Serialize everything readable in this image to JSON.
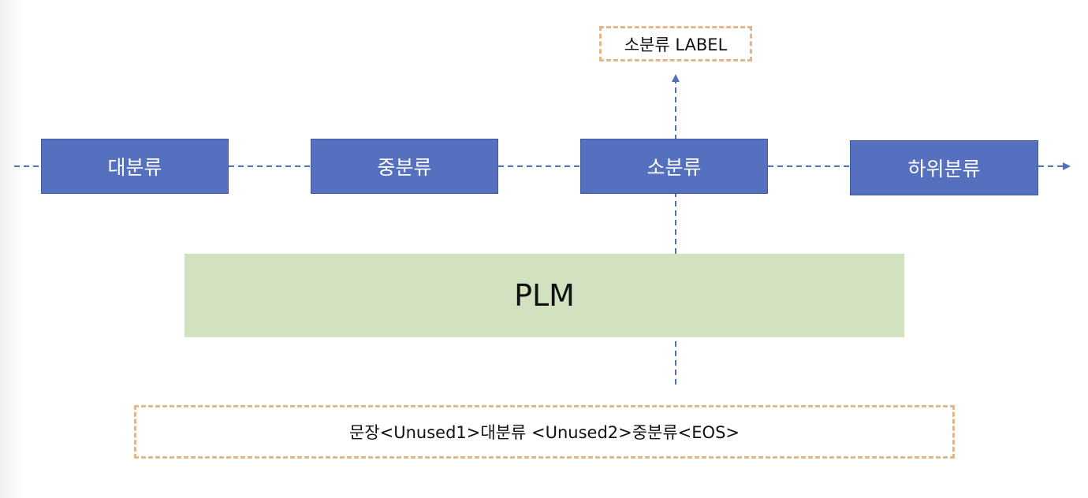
{
  "categories": {
    "large": "대분류",
    "medium": "중분류",
    "small": "소분류",
    "sub": "하위분류"
  },
  "model": {
    "name": "PLM"
  },
  "output": {
    "label": "소분류 LABEL"
  },
  "input": {
    "sequence": "문장<Unused1>대분류 <Unused2>중분류<EOS>"
  },
  "colors": {
    "category_box": "#5470be",
    "model_box": "#d2e1bf",
    "dashed_border": "#e5b58a",
    "connector": "#4f6fbf"
  }
}
